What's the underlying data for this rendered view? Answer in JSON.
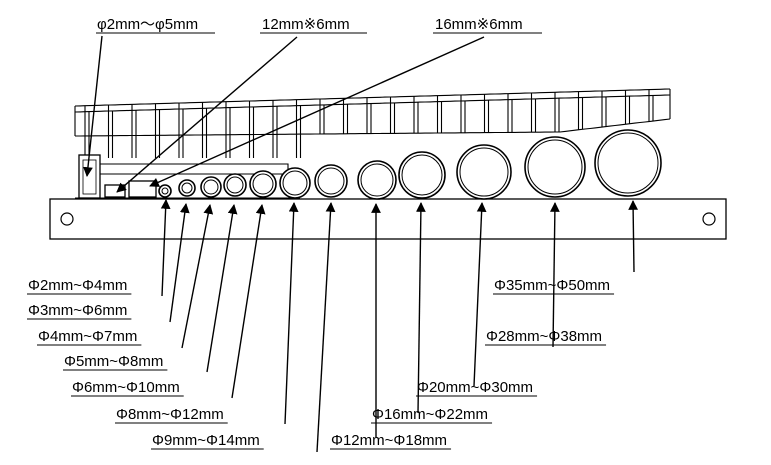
{
  "top_labels": [
    {
      "id": "wire-range",
      "text": "φ2mm～φ5mm"
    },
    {
      "id": "slot-12x6",
      "text": "12mm※6mm"
    },
    {
      "id": "slot-16x6",
      "text": "16mm※6mm"
    }
  ],
  "hole_labels": [
    "Φ2mm~Φ4mm",
    "Φ3mm~Φ6mm",
    "Φ4mm~Φ7mm",
    "Φ5mm~Φ8mm",
    "Φ6mm~Φ10mm",
    "Φ8mm~Φ12mm",
    "Φ9mm~Φ14mm",
    "Φ12mm~Φ18mm",
    "Φ16mm~Φ22mm",
    "Φ20mm~Φ30mm",
    "Φ28mm~Φ38mm",
    "Φ35mm~Φ50mm"
  ]
}
